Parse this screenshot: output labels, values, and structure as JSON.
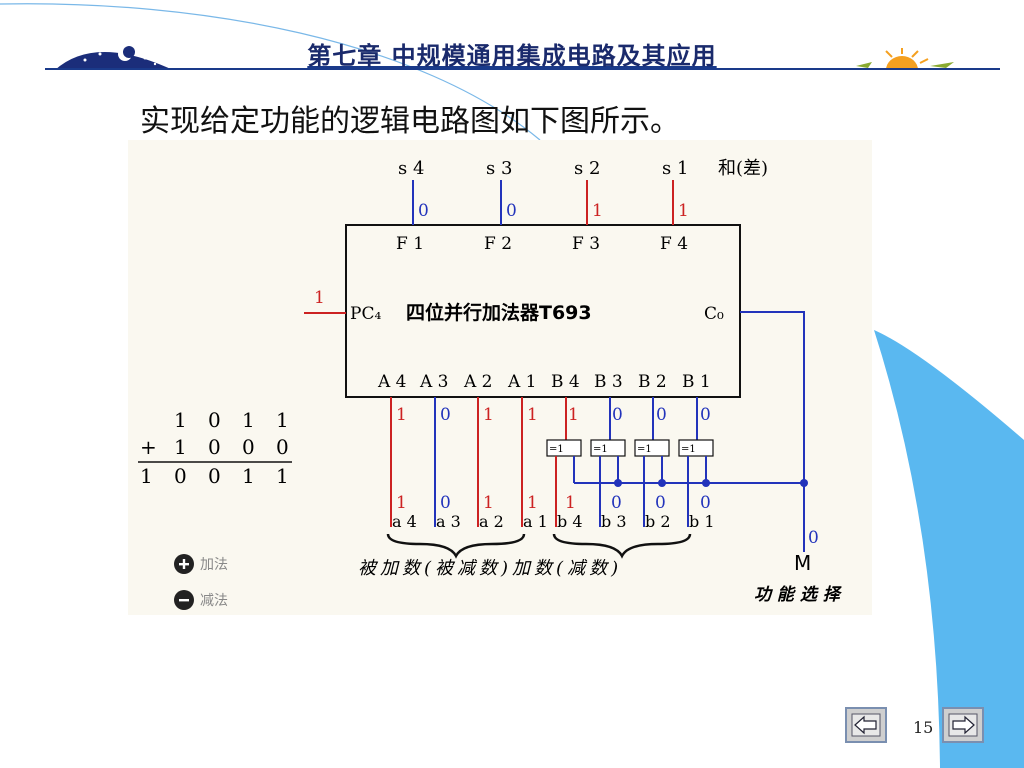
{
  "header": {
    "title": "第七章 中规模通用集成电路及其应用"
  },
  "intro_text": "实现给定功能的逻辑电路图如下图所示。",
  "diagram": {
    "outputs": {
      "s4": "s 4",
      "s3": "s 3",
      "s2": "s 2",
      "s1": "s 1",
      "sum_label": "和(差)",
      "bits": [
        "0",
        "0",
        "1",
        "1"
      ]
    },
    "chip": {
      "name": "四位并行加法器T693",
      "pc_label": "PC₄",
      "pc_value": "1",
      "co_label": "C₀",
      "f_pins": [
        "F 1",
        "F 2",
        "F 3",
        "F 4"
      ],
      "a_pins": [
        "A 4",
        "A 3",
        "A 2",
        "A 1"
      ],
      "b_pins": [
        "B 4",
        "B 3",
        "B 2",
        "B 1"
      ],
      "a_bits": [
        "1",
        "0",
        "1",
        "1"
      ],
      "b_bits": [
        "1",
        "0",
        "0",
        "0"
      ]
    },
    "xor_label": "=1",
    "inputs": {
      "a_labels": [
        "a 4",
        "a 3",
        "a 2",
        "a 1"
      ],
      "b_labels": [
        "b 4",
        "b 3",
        "b 2",
        "b 1"
      ],
      "a_bits": [
        "1",
        "0",
        "1",
        "1"
      ],
      "b_bits": [
        "1",
        "0",
        "0",
        "0"
      ]
    },
    "m_label": "M",
    "m_value": "0",
    "function_select": "功 能 选 择",
    "operand_caption": "被加数(被减数)加数(减数)",
    "calc": {
      "row1": [
        "1",
        "0",
        "1",
        "1"
      ],
      "plus": "+",
      "row2": [
        "1",
        "0",
        "0",
        "0"
      ],
      "result": [
        "1",
        "0",
        "0",
        "1",
        "1"
      ]
    },
    "legend": {
      "add": "加法",
      "sub": "减法"
    }
  },
  "nav": {
    "page": "15"
  },
  "colors": {
    "red": "#cc2222",
    "blue": "#2233bb",
    "header": "#1a2a6c"
  }
}
